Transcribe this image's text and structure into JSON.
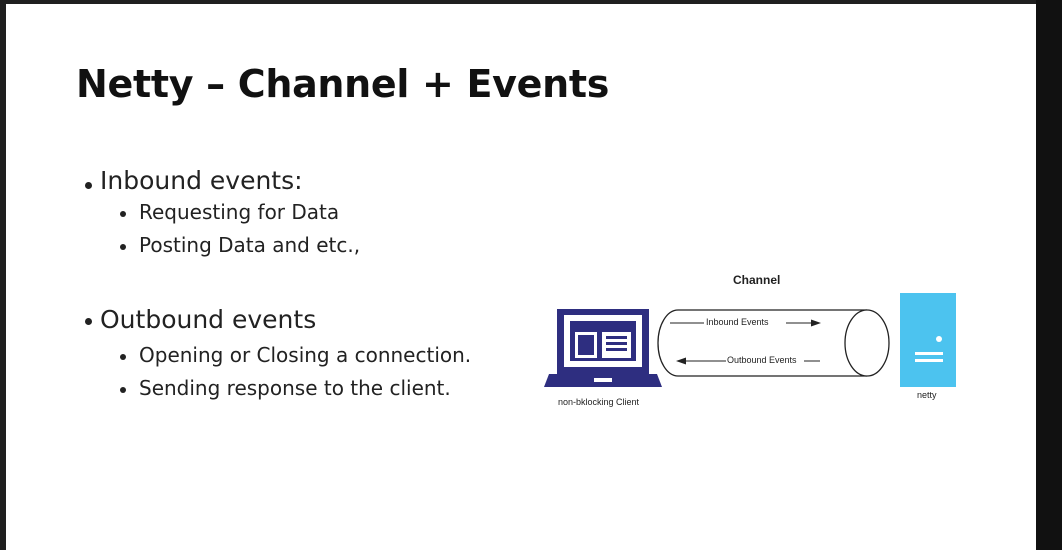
{
  "slide": {
    "title": "Netty – Channel + Events",
    "inbound": {
      "heading": "Inbound events:",
      "items": [
        "Requesting for Data",
        "Posting Data and etc.,"
      ]
    },
    "outbound": {
      "heading": "Outbound events",
      "items": [
        "Opening or Closing a connection.",
        "Sending response to the client."
      ]
    }
  },
  "diagram": {
    "channel_label": "Channel",
    "inbound_arrow_label": "Inbound   Events",
    "outbound_arrow_label": "Outbound Events",
    "client_label": "non-bklocking Client",
    "server_label": "netty",
    "colors": {
      "laptop": "#2e2e80",
      "server": "#4cc3ef",
      "line": "#222222"
    }
  }
}
